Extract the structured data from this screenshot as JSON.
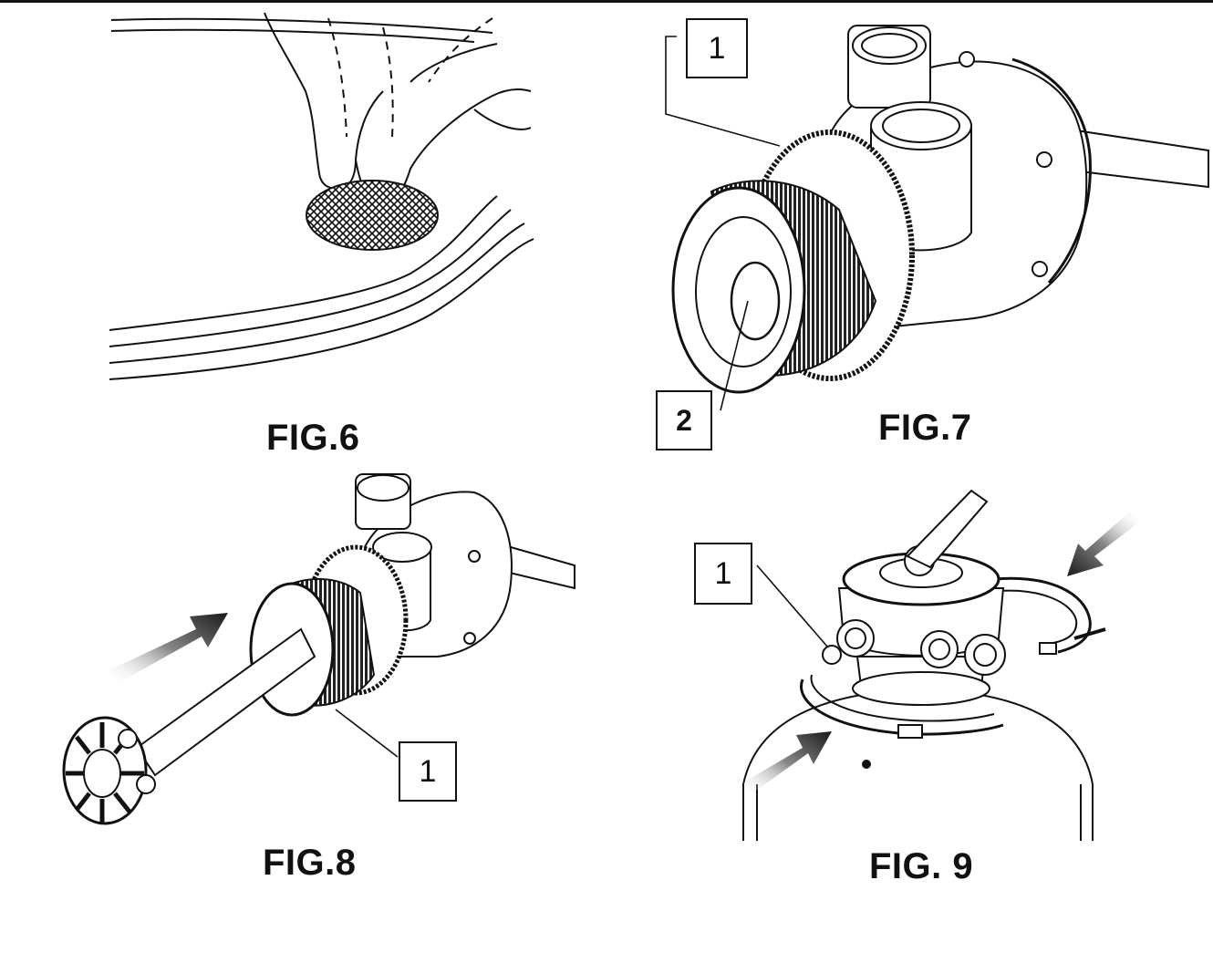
{
  "figures": [
    {
      "id": "fig6",
      "caption": "FIG.6",
      "callouts": []
    },
    {
      "id": "fig7",
      "caption": "FIG.7",
      "callouts": [
        "1",
        "2"
      ]
    },
    {
      "id": "fig8",
      "caption": "FIG.8",
      "callouts": [
        "1"
      ]
    },
    {
      "id": "fig9",
      "caption": "FIG. 9",
      "callouts": [
        "1"
      ]
    }
  ],
  "palette": {
    "line": "#111111",
    "paper": "#ffffff",
    "arrow_dark": "#1a1a1a",
    "arrow_light": "#c8c8c8"
  }
}
